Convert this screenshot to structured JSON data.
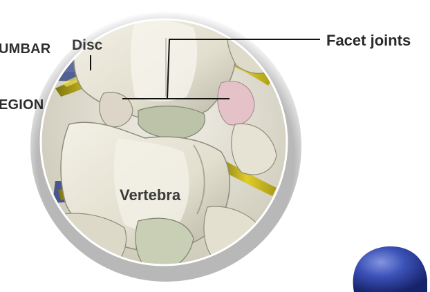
{
  "region_label": {
    "line1": "UMBAR",
    "line2": "EGION"
  },
  "labels": {
    "disc": "Disc",
    "vertebra": "Vertebra",
    "facet_joints": "Facet joints"
  },
  "colors": {
    "bone": "#e8e5d6",
    "bone_shadow": "#9d9b8c",
    "nerve": "#d6c020",
    "disc_blue": "#3a4c8a",
    "facet_pink": "#e4c2c8",
    "ball_blue": "#3c52b8",
    "leader_line": "#111111"
  }
}
